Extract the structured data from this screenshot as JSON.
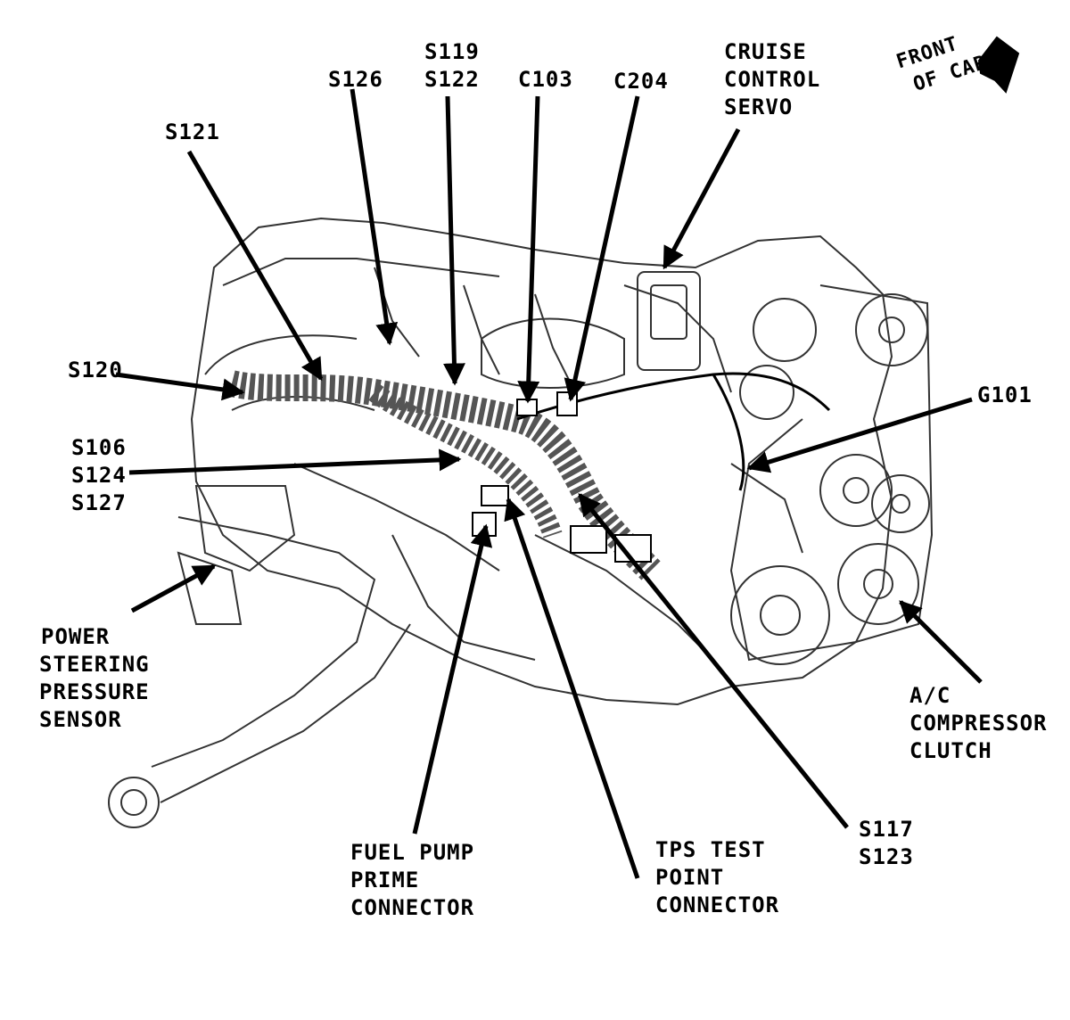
{
  "title": "",
  "colors": {
    "ink": "#000000",
    "paper": "#ffffff",
    "sketch": "#333333"
  },
  "orientation": {
    "lines": [
      "FRONT",
      "OF CAR"
    ],
    "icon": "arrow-up-right-icon"
  },
  "callouts": {
    "s121": {
      "lines": [
        "S121"
      ]
    },
    "s126": {
      "lines": [
        "S126"
      ]
    },
    "s119_s122": {
      "lines": [
        "S119",
        "S122"
      ]
    },
    "c103": {
      "lines": [
        "C103"
      ]
    },
    "c204": {
      "lines": [
        "C204"
      ]
    },
    "cruise": {
      "lines": [
        "CRUISE",
        "CONTROL",
        "SERVO"
      ]
    },
    "s120": {
      "lines": [
        "S120"
      ]
    },
    "g101": {
      "lines": [
        "G101"
      ]
    },
    "s106_group": {
      "lines": [
        "S106",
        "S124",
        "S127"
      ]
    },
    "power_steering": {
      "lines": [
        "POWER",
        "STEERING",
        "PRESSURE",
        "SENSOR"
      ]
    },
    "ac_clutch": {
      "lines": [
        "A/C",
        "COMPRESSOR",
        "CLUTCH"
      ]
    },
    "fuel_pump": {
      "lines": [
        "FUEL PUMP",
        "PRIME",
        "CONNECTOR"
      ]
    },
    "tps": {
      "lines": [
        "TPS TEST",
        "POINT",
        "CONNECTOR"
      ]
    },
    "s117_s123": {
      "lines": [
        "S117",
        "S123"
      ]
    }
  }
}
